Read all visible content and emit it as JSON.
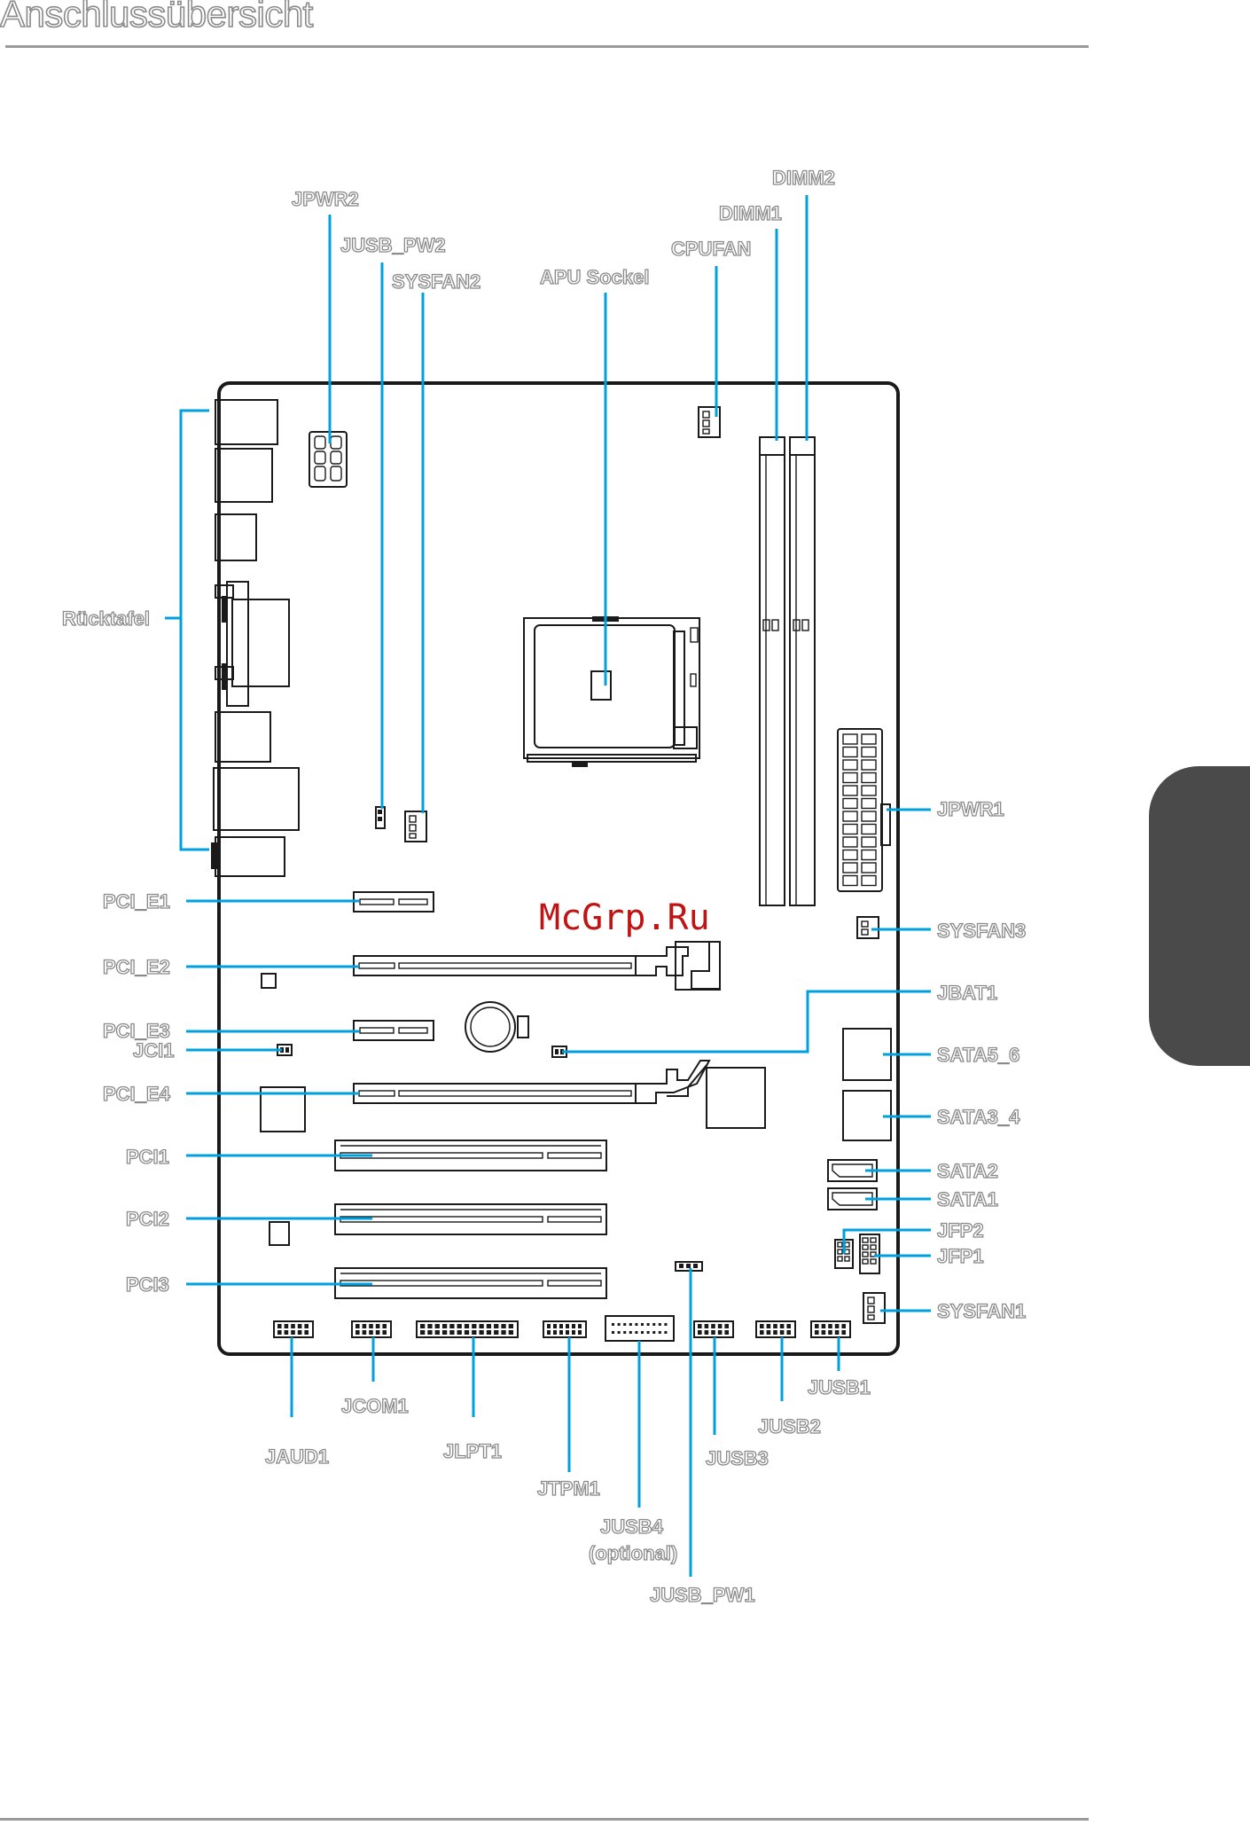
{
  "page": {
    "title": "Anschlussübersicht",
    "watermark": "McGrp.Ru"
  },
  "labels": {
    "dimm2": "DIMM2",
    "dimm1": "DIMM1",
    "cpufan": "CPUFAN",
    "jpwr2": "JPWR2",
    "jusb_pw2": "JUSB_PW2",
    "sysfan2": "SYSFAN2",
    "apu_socket": "APU Sockel",
    "rucktafel": "Rücktafel",
    "jpwr1": "JPWR1",
    "pci_e1": "PCI_E1",
    "pci_e2": "PCI_E2",
    "pci_e3": "PCI_E3",
    "jci1": "JCI1",
    "pci_e4": "PCI_E4",
    "pci1": "PCI1",
    "pci2": "PCI2",
    "pci3": "PCI3",
    "sysfan3": "SYSFAN3",
    "jbat1": "JBAT1",
    "sata5_6": "SATA5_6",
    "sata3_4": "SATA3_4",
    "sata2": "SATA2",
    "sata1": "SATA1",
    "jfp2": "JFP2",
    "jfp1": "JFP1",
    "sysfan1": "SYSFAN1",
    "jusb1": "JUSB1",
    "jusb2": "JUSB2",
    "jusb3": "JUSB3",
    "jcom1": "JCOM1",
    "jlpt1": "JLPT1",
    "jaud1": "JAUD1",
    "jtpm1": "JTPM1",
    "jusb4": "JUSB4",
    "jusb4_note": "(optional)",
    "jusb_pw1": "JUSB_PW1"
  },
  "colors": {
    "leader_line": "#00a0e0",
    "outline": "#1a1a1a",
    "label_stroke": "#8a8a8a",
    "side_tab": "#4a4a4a",
    "watermark": "#c01414"
  }
}
